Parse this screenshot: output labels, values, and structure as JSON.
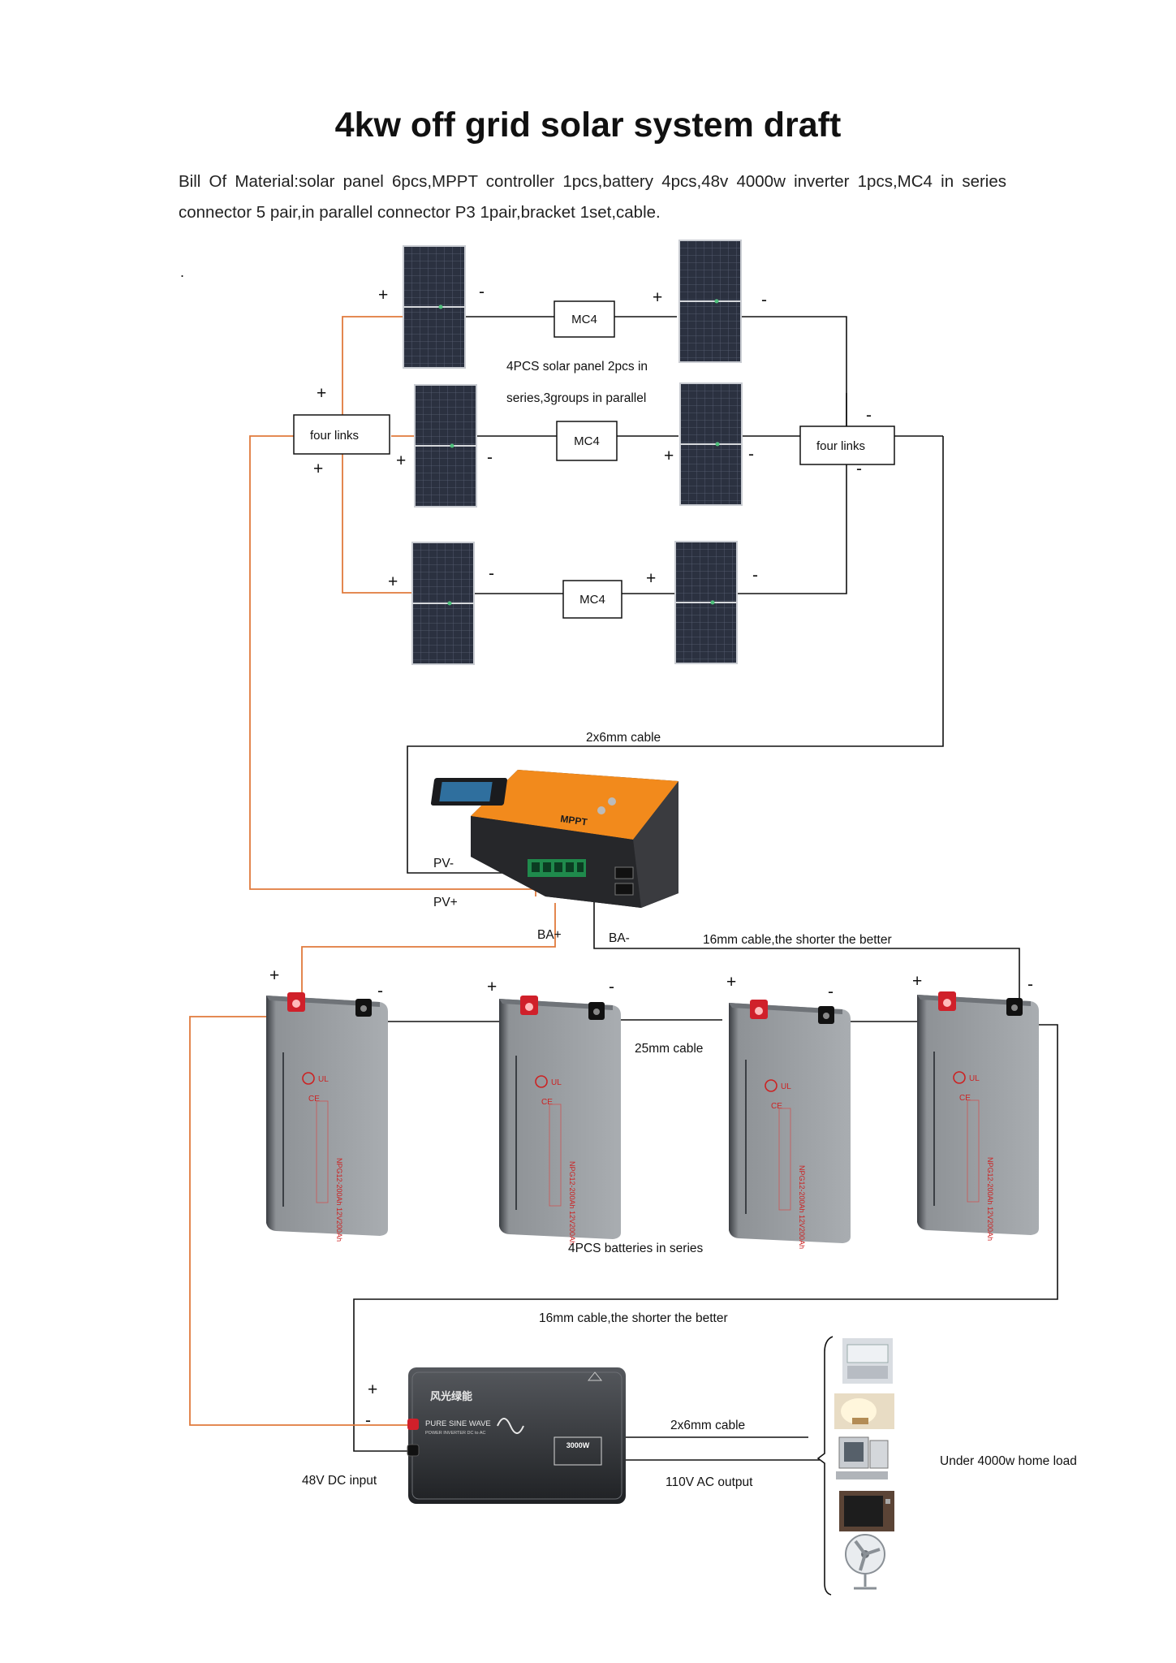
{
  "title": "4kw off grid solar system draft",
  "bill_of_material": "Bill Of Material:solar panel 6pcs,MPPT controller 1pcs,battery 4pcs,48v 4000w inverter 1pcs,MC4 in series connector 5 pair,in parallel connector P3 1pair,bracket 1set,cable.",
  "stray_mark": ".",
  "connectors": {
    "mc4": "MC4",
    "four_links": "four links",
    "plus": "+",
    "minus": "-"
  },
  "notes": {
    "panels_line1": "4PCS  solar  panel  2pcs  in",
    "panels_line2": "series,3groups in parallel",
    "pv_cable": "2x6mm cable",
    "pv_minus": "PV-",
    "pv_plus": "PV+",
    "ba_plus": "BA+",
    "ba_minus": "BA-",
    "battery_cable_top": "16mm cable,the shorter the better",
    "series_cable": "25mm cable",
    "batteries": "4PCS batteries in series",
    "battery_cable_bottom": "16mm cable,the shorter the better",
    "ac_cable": "2x6mm cable",
    "dc_input": "48V DC input",
    "ac_output": "110V AC output",
    "home_load": "Under 4000w home load"
  },
  "controller": {
    "brand": "MPPT"
  },
  "inverter": {
    "brand": "风光绿能",
    "line1": "PURE SINE WAVE",
    "line2": "POWER INVERTER DC to AC",
    "rating": "3000W"
  },
  "battery_label": "NPG12-200Ah 12V200Ah",
  "colors": {
    "positive_wire": "#e07a3c",
    "negative_wire": "#111111",
    "panel": "#2b3140",
    "battery_case": "#8e9296",
    "controller_orange": "#f28a1c",
    "terminal_red": "#d0202a"
  },
  "load_icons": [
    "printer-icon",
    "lamp-icon",
    "computer-icon",
    "tv-icon",
    "fan-icon"
  ]
}
